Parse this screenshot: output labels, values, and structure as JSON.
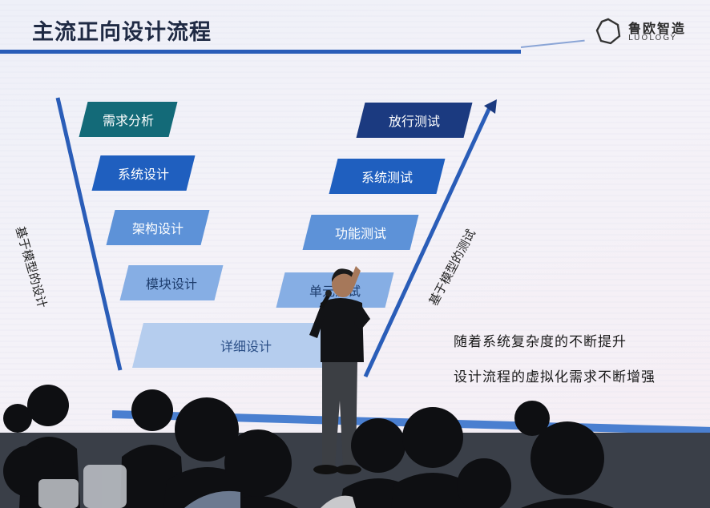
{
  "slide": {
    "title": "主流正向设计流程",
    "logo": {
      "cn": "鲁欧智造",
      "en": "LUOLOGY"
    },
    "design_steps": [
      "需求分析",
      "系统设计",
      "架构设计",
      "模块设计",
      "详细设计"
    ],
    "test_steps": [
      "单元测试",
      "功能测试",
      "系统测试",
      "放行测试"
    ],
    "left_axis": "基于模型的设计",
    "right_axis": "基于模型的测试",
    "notes": [
      "随着系统复杂度的不断提升",
      "设计流程的虚拟化需求不断增强"
    ]
  },
  "colors": {
    "title_bar": "#2a5db8",
    "dark_teal": "#136a78",
    "blue": "#1f5fbf",
    "mid_blue": "#5d92d8",
    "light_blue": "#86aee4",
    "navy": "#1b3a80"
  }
}
